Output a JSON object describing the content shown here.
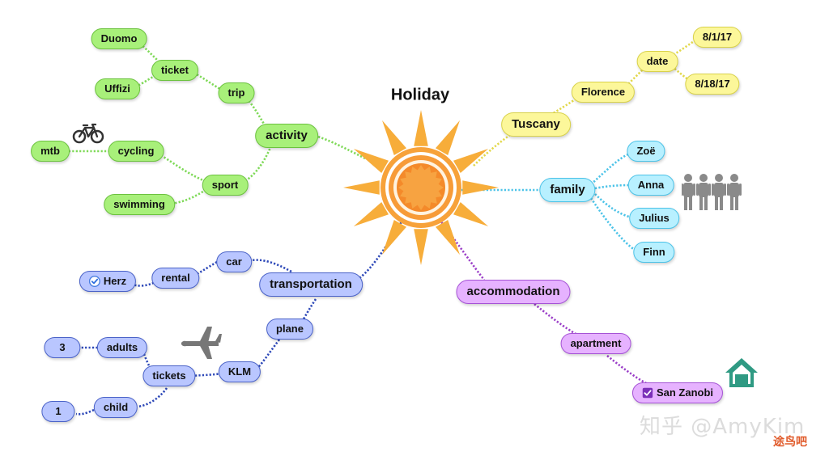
{
  "title": "Holiday",
  "colors": {
    "activity": "#7ed957",
    "tuscany": "#e2d84a",
    "family": "#4cc3e8",
    "transportation": "#2d48b8",
    "accommodation": "#9b3fc8",
    "sun_rays": "#f7ad3a",
    "sun_core": "#f48a2a"
  },
  "nodes": {
    "activity": "activity",
    "trip": "trip",
    "ticket": "ticket",
    "duomo": "Duomo",
    "uffizi": "Uffizi",
    "sport": "sport",
    "cycling": "cycling",
    "mtb": "mtb",
    "swimming": "swimming",
    "tuscany": "Tuscany",
    "florence": "Florence",
    "date": "date",
    "date_start": "8/1/17",
    "date_end": "8/18/17",
    "family": "family",
    "zoe": "Zoë",
    "anna": "Anna",
    "julius": "Julius",
    "finn": "Finn",
    "transportation": "transportation",
    "car": "car",
    "rental": "rental",
    "herz": "Herz",
    "plane": "plane",
    "klm": "KLM",
    "tickets": "tickets",
    "adults": "adults",
    "adults_count": "3",
    "child": "child",
    "child_count": "1",
    "accommodation": "accommodation",
    "apartment": "apartment",
    "san_zanobi": "San Zanobi"
  },
  "icons": {
    "cycling": "bicycle-icon",
    "family": "people-icon",
    "plane": "airplane-icon",
    "accommodation": "house-icon",
    "center": "sun-icon"
  },
  "watermark": {
    "text": "知乎 @AmyKim",
    "logo": "途鸟吧"
  }
}
